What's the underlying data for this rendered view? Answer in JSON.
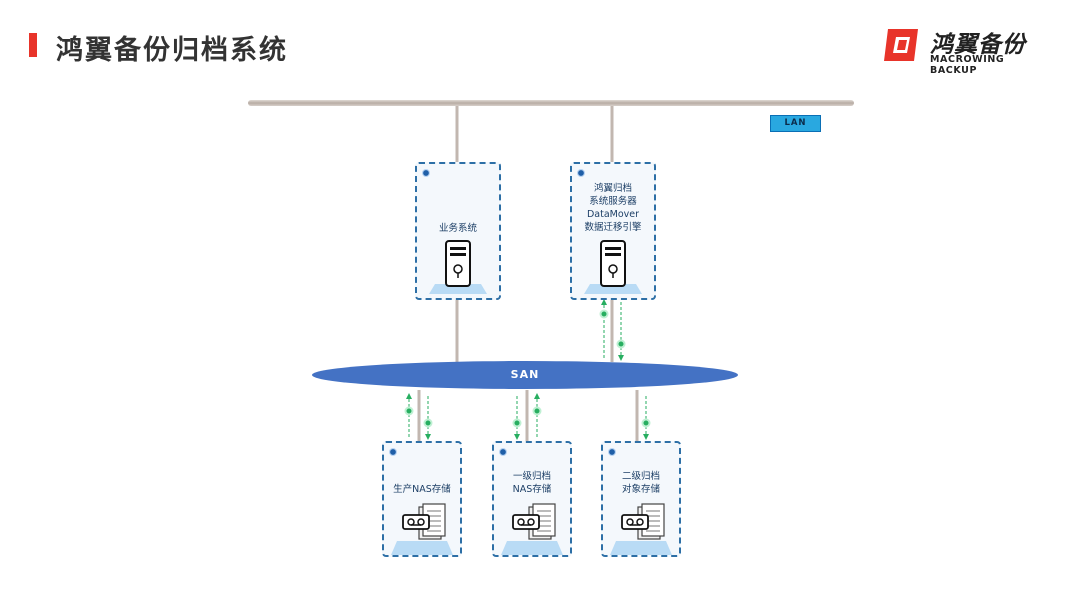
{
  "header": {
    "title": "鸿翼备份归档系统",
    "accent_color": "#e8342a"
  },
  "logo": {
    "cn": "鸿翼备份",
    "en": "MACROWING BACKUP",
    "color": "#e8342a"
  },
  "diagram": {
    "lan_label": "LAN",
    "san_label": "SAN",
    "colors": {
      "network_line": "#c2b7b0",
      "san": "#4472c4",
      "flow_arrow": "#27ae60",
      "node_border": "#2d6fa6",
      "lan_badge": "#29a8e0"
    },
    "servers": [
      {
        "id": "business",
        "lines": [
          "业务系统"
        ],
        "icon": "server-icon"
      },
      {
        "id": "archive",
        "lines": [
          "鸿翼归档",
          "系统服务器",
          "DataMover",
          "数据迁移引擎"
        ],
        "icon": "server-icon"
      }
    ],
    "storage": [
      {
        "id": "production",
        "lines": [
          "生产NAS存储"
        ],
        "icon": "tape-storage-icon"
      },
      {
        "id": "tier1",
        "lines": [
          "一级归档",
          "NAS存储"
        ],
        "icon": "tape-storage-icon"
      },
      {
        "id": "tier2",
        "lines": [
          "二级归档",
          "对象存储"
        ],
        "icon": "tape-storage-icon"
      }
    ]
  }
}
